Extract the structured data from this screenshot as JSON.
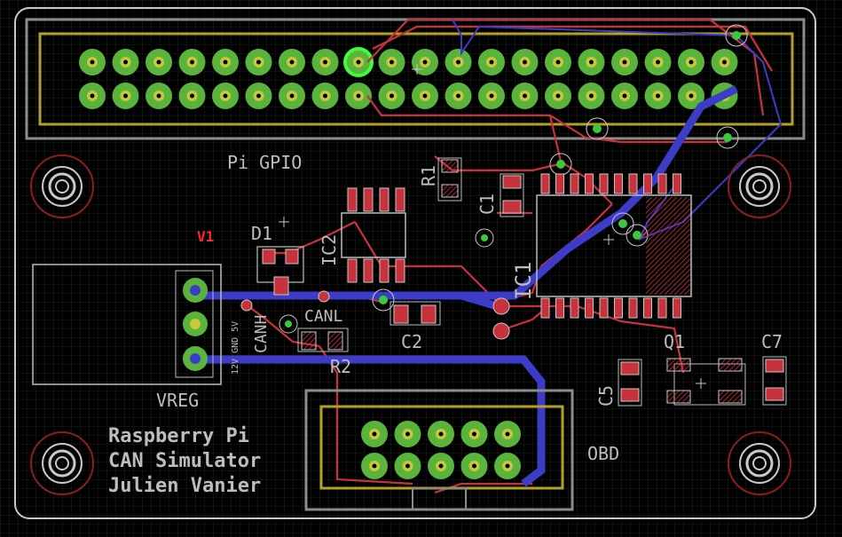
{
  "labels": {
    "gpio": "Pi GPIO",
    "obd": "OBD",
    "vreg": "VREG",
    "v1": "V1",
    "d1": "D1",
    "ic1": "IC1",
    "ic2": "IC2",
    "r1": "R1",
    "r2": "R2",
    "c1": "C1",
    "c2": "C2",
    "c5": "C5",
    "c7": "C7",
    "q1": "Q1",
    "canh": "CANH",
    "canl": "CANL",
    "pins": "12V GND 5V"
  },
  "title_lines": [
    "Raspberry Pi",
    "CAN Simulator",
    "Julien Vanier"
  ],
  "colors": {
    "background": "#000000",
    "grid": "#1e1e1e",
    "outline": "#c8c8c8",
    "top_copper": "#c8323c",
    "bottom_copper": "#3c3cc8",
    "silkscreen": "#bdbdbd",
    "package": "#b4a028",
    "pad": "#5ab43c",
    "pad_hole": "#c8c83c",
    "smd": "#c8323c",
    "mount": "#8c1e1e",
    "highlight": "#3cff3c",
    "part_label": "#ff2828"
  }
}
